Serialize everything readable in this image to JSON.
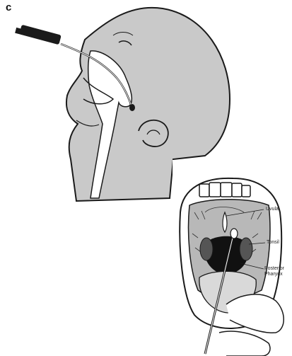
{
  "figure": {
    "panel_letter": "c",
    "nasal_illustration": {
      "subject": "nasopharyngeal-swab-insertion"
    },
    "oral_illustration": {
      "subject": "oropharyngeal-swab",
      "labels": {
        "uvula": "Uvula",
        "tonsil": "Tonsil",
        "posterior_pharynx": "Posterior Pharynx"
      }
    },
    "colors": {
      "skin_fill": "#c9c9c9",
      "outline": "#1a1a1a",
      "interior": "#ffffff"
    }
  }
}
